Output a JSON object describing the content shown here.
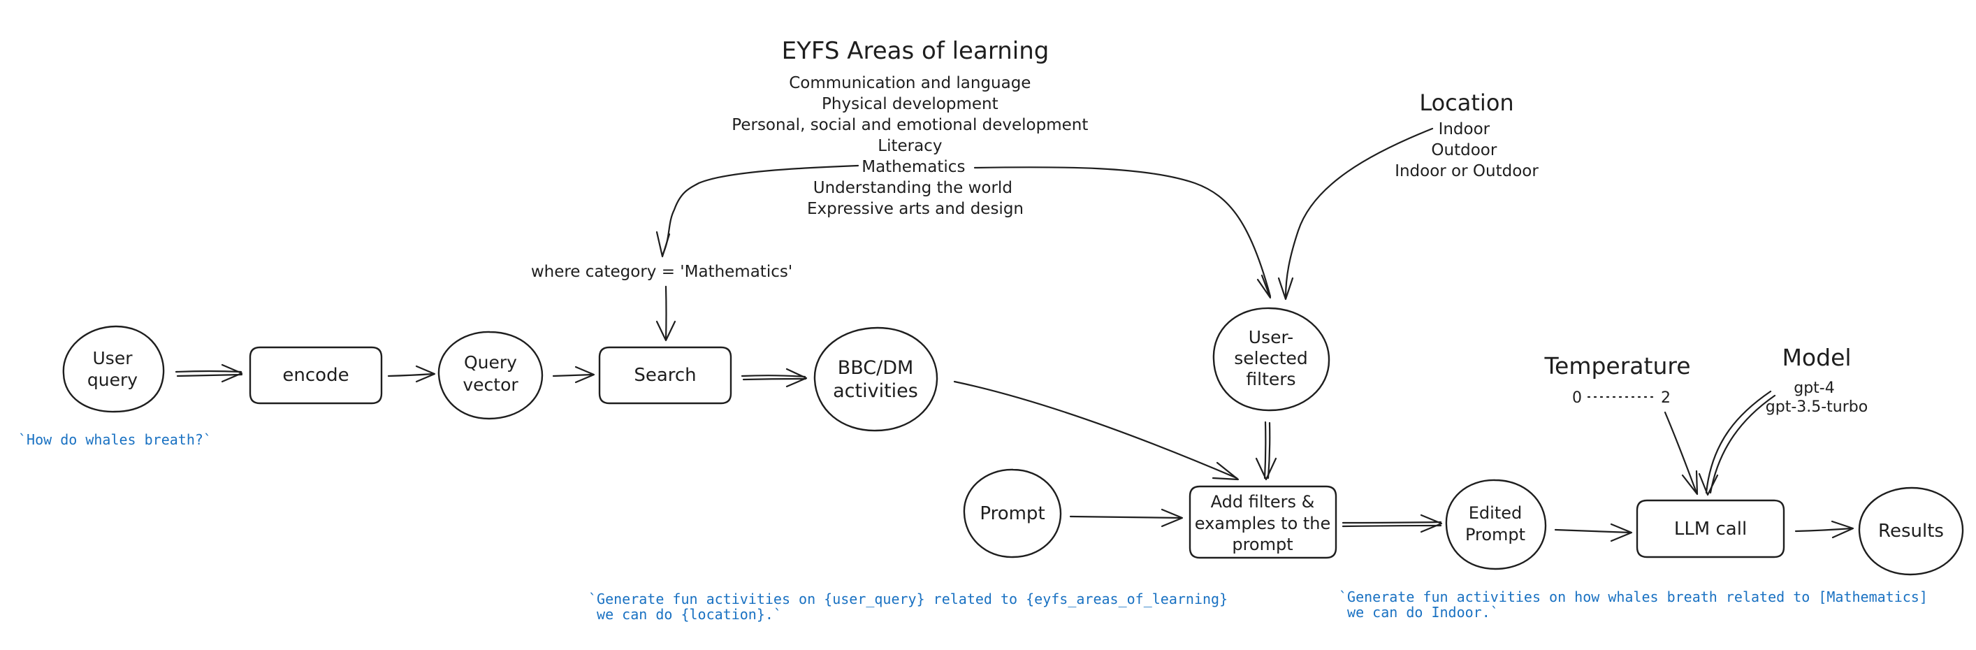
{
  "nodes": {
    "user_query": [
      "User",
      "query"
    ],
    "encode": [
      "encode"
    ],
    "query_vector": [
      "Query",
      "vector"
    ],
    "search": [
      "Search"
    ],
    "bbc_dm": [
      "BBC/DM",
      "activities"
    ],
    "user_filters": [
      "User-",
      "selected",
      "filters"
    ],
    "prompt": [
      "Prompt"
    ],
    "add_filters": [
      "Add filters &",
      "examples to the",
      "prompt"
    ],
    "edited_prompt": [
      "Edited",
      "Prompt"
    ],
    "llm_call": [
      "LLM call"
    ],
    "results": [
      "Results"
    ]
  },
  "eyfs": {
    "title": "EYFS Areas of learning",
    "items": [
      "Communication and language",
      "Physical development",
      "Personal, social and emotional development",
      "Literacy",
      "Mathematics",
      "Understanding the world",
      "Expressive arts and design"
    ]
  },
  "where_clause": "where category = 'Mathematics'",
  "location": {
    "title": "Location",
    "items": [
      "Indoor",
      "Outdoor",
      "Indoor or Outdoor"
    ]
  },
  "temperature": {
    "title": "Temperature",
    "min": "0",
    "max": "2"
  },
  "model": {
    "title": "Model",
    "items": [
      "gpt-4",
      "gpt-3.5-turbo"
    ]
  },
  "code_notes": {
    "user_query_example": "`How do whales breath?`",
    "prompt_template": [
      "`Generate fun activities on {user_query} related to {eyfs_areas_of_learning}",
      " we can do {location}.`"
    ],
    "prompt_filled": [
      "`Generate fun activities on how whales breath related to [Mathematics]",
      " we can do Indoor.`"
    ]
  },
  "colors": {
    "ink": "#1e1e1e",
    "code": "#1971c2",
    "background": "#ffffff"
  }
}
